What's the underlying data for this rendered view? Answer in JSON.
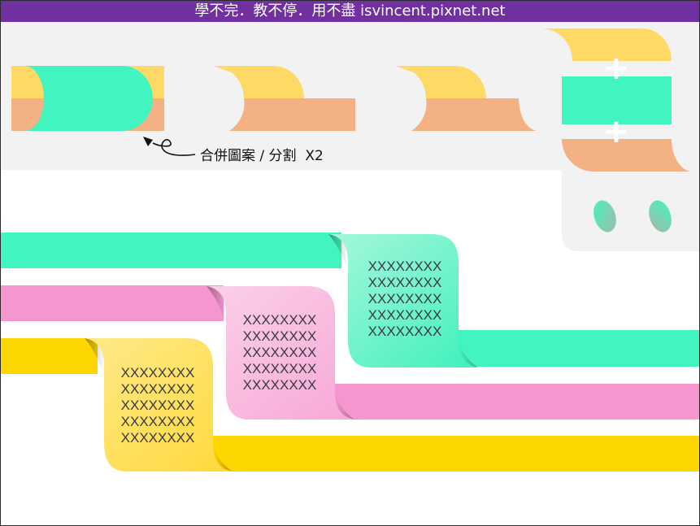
{
  "header": {
    "title": "學不完．教不停．用不盡 isvincent.pixnet.net"
  },
  "caption": "合併圖案 / 分割  X2",
  "symbols": {
    "plus": "+"
  },
  "colors": {
    "header_bg": "#7030a0",
    "panel_bg": "#f2f2f2",
    "yellow": "#ffd966",
    "orange": "#f4b183",
    "teal": "#42f5c0",
    "pink": "#f596cf",
    "gold": "#ffd700"
  },
  "notes": {
    "teal": [
      "XXXXXXXX",
      "XXXXXXXX",
      "XXXXXXXX",
      "XXXXXXXX",
      "XXXXXXXX"
    ],
    "pink": [
      "XXXXXXXX",
      "XXXXXXXX",
      "XXXXXXXX",
      "XXXXXXXX",
      "XXXXXXXX"
    ],
    "yellow": [
      "XXXXXXXX",
      "XXXXXXXX",
      "XXXXXXXX",
      "XXXXXXXX",
      "XXXXXXXX"
    ]
  }
}
